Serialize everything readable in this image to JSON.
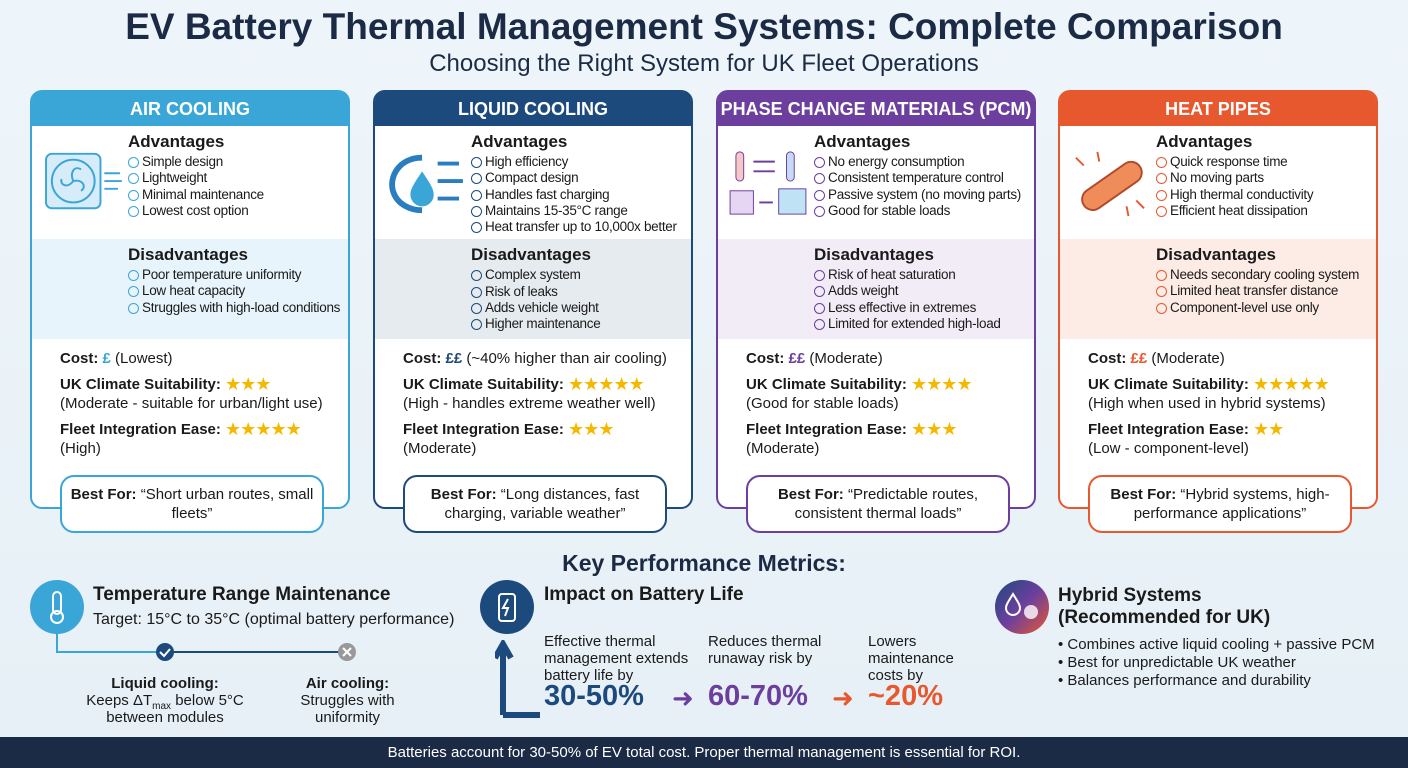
{
  "header": {
    "title": "EV Battery Thermal Management Systems: Complete Comparison",
    "subtitle": "Choosing the Right System for UK Fleet Operations"
  },
  "labels": {
    "advantages": "Advantages",
    "disadvantages": "Disadvantages",
    "cost": "Cost:",
    "climate": "UK Climate Suitability:",
    "fleet": "Fleet Integration Ease:",
    "best_for": "Best For:"
  },
  "cards": [
    {
      "name": "AIR COOLING",
      "color": "#3aa6d8",
      "tint": "#e8f4fb",
      "icon": "fan-icon",
      "advantages": [
        "Simple design",
        "Lightweight",
        "Minimal maintenance",
        "Lowest cost option"
      ],
      "disadvantages": [
        "Poor temperature uniformity",
        "Low heat capacity",
        "Struggles with high-load conditions"
      ],
      "cost_symbol": "£",
      "cost_note": "(Lowest)",
      "climate_stars": 3,
      "climate_note": "(Moderate - suitable for urban/light use)",
      "fleet_stars": 5,
      "fleet_note": "(High)",
      "best_for": "“Short urban routes, small fleets”"
    },
    {
      "name": "LIQUID COOLING",
      "color": "#1d4a7c",
      "tint": "#e6ebef",
      "icon": "water-drop-icon",
      "advantages": [
        "High efficiency",
        "Compact design",
        "Handles fast charging",
        "Maintains 15-35°C range",
        "Heat transfer up to 10,000x better"
      ],
      "disadvantages": [
        "Complex system",
        "Risk of leaks",
        "Adds vehicle weight",
        "Higher maintenance"
      ],
      "cost_symbol": "££",
      "cost_note": "(~40% higher than air cooling)",
      "climate_stars": 5,
      "climate_note": "(High - handles extreme weather well)",
      "fleet_stars": 3,
      "fleet_note": "(Moderate)",
      "best_for": "“Long distances, fast charging, variable weather”"
    },
    {
      "name": "PHASE CHANGE MATERIALS (PCM)",
      "color": "#6c3f9e",
      "tint": "#f1ecf6",
      "icon": "phase-change-icon",
      "advantages": [
        "No energy consumption",
        "Consistent temperature control",
        "Passive system (no moving parts)",
        "Good for stable loads"
      ],
      "disadvantages": [
        "Risk of heat saturation",
        "Adds weight",
        "Less effective in extremes",
        "Limited for extended high-load"
      ],
      "cost_symbol": "££",
      "cost_note": "(Moderate)",
      "climate_stars": 4,
      "climate_note": "(Good for stable loads)",
      "fleet_stars": 3,
      "fleet_note": "(Moderate)",
      "best_for": "“Predictable routes, consistent thermal loads”"
    },
    {
      "name": "HEAT PIPES",
      "color": "#e8582f",
      "tint": "#fdece5",
      "icon": "heat-pipe-icon",
      "advantages": [
        "Quick response time",
        "No moving parts",
        "High thermal conductivity",
        "Efficient heat dissipation"
      ],
      "disadvantages": [
        "Needs secondary cooling system",
        "Limited heat transfer distance",
        "Component-level use only"
      ],
      "cost_symbol": "££",
      "cost_note": "(Moderate)",
      "climate_stars": 5,
      "climate_note": "(High when used in hybrid systems)",
      "fleet_stars": 2,
      "fleet_note": "(Low - component-level)",
      "best_for": "“Hybrid systems, high-performance applications”"
    }
  ],
  "metrics": {
    "title": "Key Performance Metrics:",
    "temperature": {
      "title": "Temperature Range Maintenance",
      "target": "Target: 15°C to 35°C (optimal battery performance)",
      "liquid_label": "Liquid cooling:",
      "liquid_text_a": "Keeps ΔT",
      "liquid_sub": "max",
      "liquid_text_b": " below 5°C between modules",
      "air_label": "Air cooling:",
      "air_text": "Struggles with uniformity"
    },
    "battery": {
      "title": "Impact on Battery Life",
      "s1_text": "Effective thermal management extends battery life by",
      "s1_value": "30-50%",
      "s2_text": "Reduces thermal runaway risk by",
      "s2_value": "60-70%",
      "s3_text": "Lowers maintenance costs by",
      "s3_value": "~20%"
    },
    "hybrid": {
      "title": "Hybrid Systems",
      "subtitle": "(Recommended for UK)",
      "bullets": [
        "• Combines active liquid cooling + passive PCM",
        "• Best for unpredictable UK weather",
        "• Balances performance and durability"
      ]
    }
  },
  "footer": "Batteries account for 30-50% of EV total cost. Proper thermal management is essential for ROI."
}
